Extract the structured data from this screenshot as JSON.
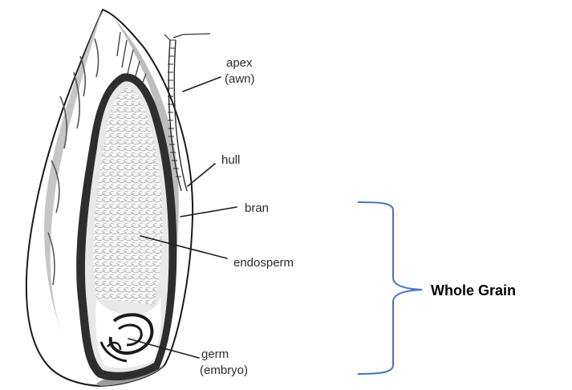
{
  "labels": {
    "apex_line1": "apex",
    "apex_line2": "(awn)",
    "hull": "hull",
    "bran": "bran",
    "endosperm": "endosperm",
    "germ_line1": "germ",
    "germ_line2": "(embryo)"
  },
  "bracket_label": "Whole Grain",
  "colors": {
    "bracket": "#4a72b8",
    "drawing": "#1a1a1a",
    "husk_shade": "#b9b9b9",
    "bran_layer": "#333333"
  }
}
